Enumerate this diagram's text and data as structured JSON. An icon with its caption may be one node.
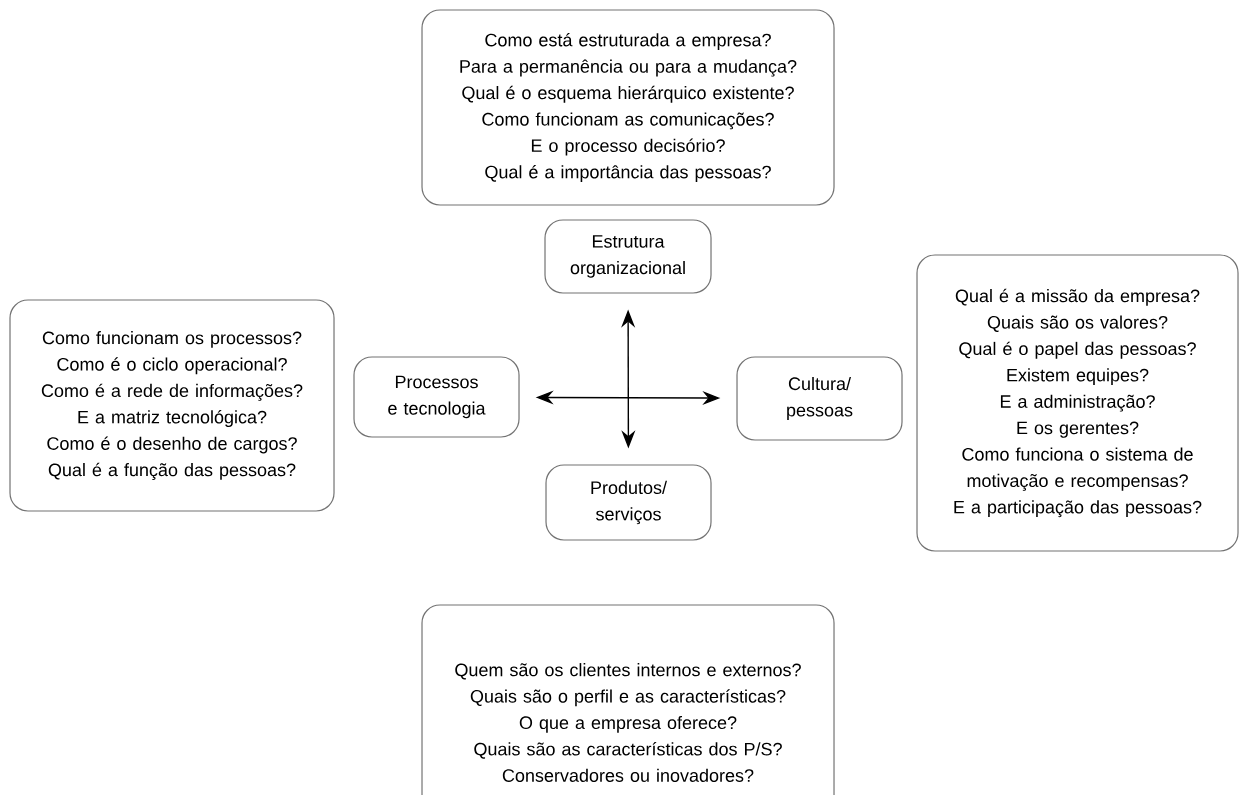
{
  "diagram": {
    "nodes": [
      {
        "text": [
          "Como está estruturada a empresa?",
          "Para a permanência ou para a mudança?",
          "Qual é o esquema hierárquico existente?",
          "Como funcionam as comunicações?",
          "E o processo decisório?",
          "Qual é a importância das pessoas?"
        ]
      },
      {
        "text": [
          "Estrutura organizacional"
        ]
      },
      {
        "text": [
          "Como funcionam os processos?",
          "Como é o ciclo operacional?",
          "Como é a rede de informações?",
          "E a matriz tecnológica?",
          "Como é o desenho de cargos?",
          "Qual é a função das pessoas?"
        ]
      },
      {
        "text": [
          "Processos e tecnologia"
        ]
      },
      {
        "text": [
          "Qual é a missão da empresa?",
          "Quais são os valores?",
          "Qual é o papel das pessoas?",
          "Existem equipes?",
          "E a administração?",
          "E os gerentes?",
          "Como funciona o sistema de motivação e recompensas?",
          "E a participação das pessoas?"
        ]
      },
      {
        "text": [
          "Cultura/ pessoas"
        ]
      },
      {
        "text": [
          "Produtos/ serviços"
        ]
      },
      {
        "text": [
          "Quem são os clientes internos e externos?",
          "Quais são o perfil e as características?",
          "O que a empresa oferece?",
          "Quais são as características dos P/S?",
          "Conservadores ou inovadores?"
        ]
      }
    ],
    "edges": [
      {
        "from": 1,
        "to": 6,
        "arrow": "both"
      },
      {
        "from": 3,
        "to": 5,
        "arrow": "both"
      }
    ]
  }
}
